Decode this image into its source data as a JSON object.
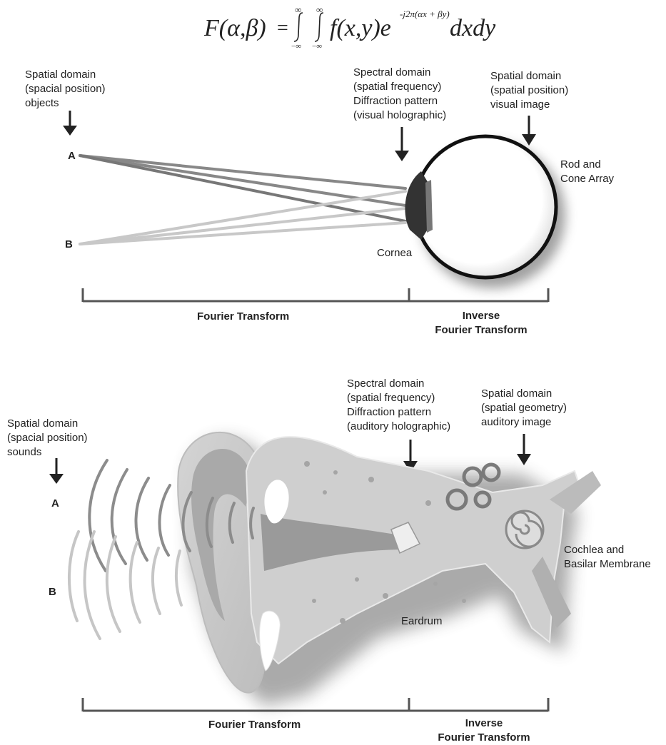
{
  "formula": {
    "lhs": "F(α,β)",
    "eq": "=",
    "inf_top": "∞",
    "inf_bot": "−∞",
    "integrand": "f(x,y)e",
    "exponent": "-j2π(αx + βy)",
    "tail": "dxdy"
  },
  "eye": {
    "source_label": "Spatial domain\n(spacial position)\nobjects",
    "spectral_label": "Spectral domain\n(spatial frequency)\nDiffraction pattern\n(visual holographic)",
    "image_label": "Spatial domain\n(spatial position)\nvisual image",
    "point_a": "A",
    "point_b": "B",
    "rod_cone": "Rod and\nCone Array",
    "cornea": "Cornea",
    "ft": "Fourier Transform",
    "ift": "Inverse\nFourier Transform"
  },
  "ear": {
    "source_label": "Spatial domain\n(spacial position)\nsounds",
    "spectral_label": "Spectral domain\n(spatial frequency)\nDiffraction pattern\n(auditory holographic)",
    "image_label": "Spatial domain\n(spatial geometry)\nauditory image",
    "point_a": "A",
    "point_b": "B",
    "cochlea": "Cochlea and\nBasilar Membrane",
    "eardrum": "Eardrum",
    "ft": "Fourier Transform",
    "ift": "Inverse\nFourier Transform"
  }
}
